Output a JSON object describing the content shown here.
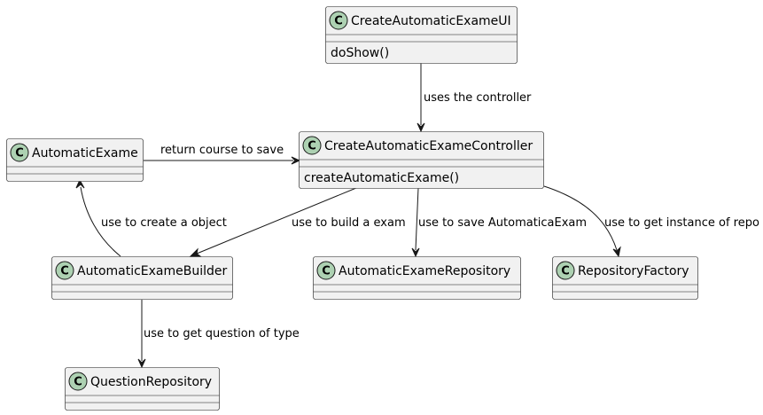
{
  "diagram": {
    "classes": {
      "ui": {
        "stereotype": "C",
        "name": "CreateAutomaticExameUI",
        "method": "doShow()"
      },
      "controller": {
        "stereotype": "C",
        "name": "CreateAutomaticExameController",
        "method": "createAutomaticExame()"
      },
      "automatic_exame": {
        "stereotype": "C",
        "name": "AutomaticExame"
      },
      "builder": {
        "stereotype": "C",
        "name": "AutomaticExameBuilder"
      },
      "exame_repository": {
        "stereotype": "C",
        "name": "AutomaticExameRepository"
      },
      "repository_factory": {
        "stereotype": "C",
        "name": "RepositoryFactory"
      },
      "question_repository": {
        "stereotype": "C",
        "name": "QuestionRepository"
      }
    },
    "relations": {
      "ui_controller": "uses the controller",
      "exame_controller": "return course to save",
      "controller_builder": "use to build a exam",
      "controller_repository": "use to save AutomaticaExam",
      "controller_factory": "use to get instance of repo",
      "builder_exame": "use to create a object",
      "builder_question": "use to get question of type"
    }
  }
}
